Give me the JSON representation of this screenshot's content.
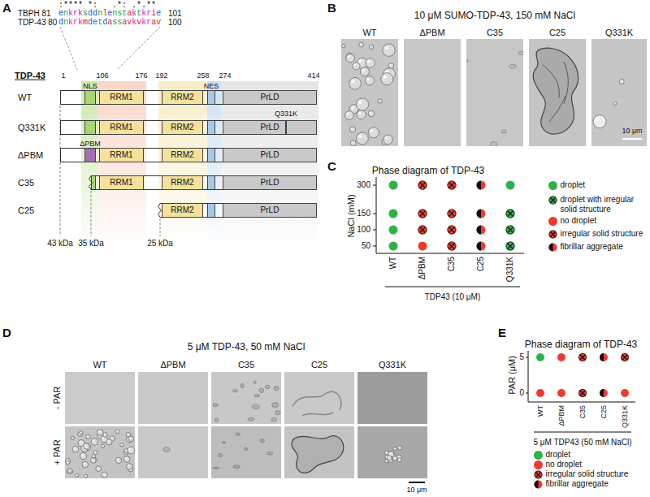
{
  "diagram": {
    "nodes": [
      {
        "text": [
          "WT"
        ]
      },
      {
        "text": [
          "NLS"
        ],
        "in": 0
      },
      {
        "text": [
          "RRM1"
        ],
        "in": 0
      },
      {
        "text": [
          "RRM2"
        ],
        "in": 0
      },
      {
        "text": [
          "NES"
        ],
        "in": 0
      },
      {
        "text": [
          "PrLD"
        ],
        "in": 0
      },
      {
        "text": [
          "Q331K"
        ]
      },
      {
        "text": [
          "RRM1"
        ],
        "in": 6
      },
      {
        "text": [
          "RRM2"
        ],
        "in": 6
      },
      {
        "text": [
          "PrLD"
        ],
        "in": 6
      },
      {
        "text": [
          "ΔPBM"
        ]
      },
      {
        "text": [
          "ΔPBM"
        ],
        "in": 10
      },
      {
        "text": [
          "RRM1"
        ],
        "in": 10
      },
      {
        "text": [
          "RRM2"
        ],
        "in": 10
      },
      {
        "text": [
          "PrLD"
        ],
        "in": 10
      },
      {
        "text": [
          "C35"
        ]
      },
      {
        "text": [
          "RRM1"
        ],
        "in": 15
      },
      {
        "text": [
          "RRM2"
        ],
        "in": 15
      },
      {
        "text": [
          "PrLD"
        ],
        "in": 15
      },
      {
        "text": [
          "C25"
        ]
      },
      {
        "text": [
          "RRM2"
        ],
        "in": 19
      },
      {
        "text": [
          "PrLD"
        ],
        "in": 19
      }
    ],
    "labels": [
      "A",
      ":**** *:   .*: .*.**",
      "TBPH 81",
      "enkrksddnlenstaktkrie",
      "101",
      "TDP-43 80",
      "dnkrkmdetdassavkvkrav",
      "100",
      "TDP-43",
      "1",
      "106",
      "176",
      "192",
      "258",
      "274",
      "414",
      "Q331K",
      "43 kDa",
      "35 kDa",
      "25 kDa",
      "B",
      "10 μM SUMO-TDP-43, 150 mM NaCl",
      "WT",
      "ΔPBM",
      "C35",
      "C25",
      "Q331K",
      "10 μm",
      "C",
      "Phase diagram of TDP-43",
      "NaCl (mM)",
      "300",
      "150",
      "100",
      "50",
      "WT",
      "ΔPBM",
      "C35",
      "C25",
      "Q331K",
      "TDP43 (10 μM)",
      "D",
      "5 μM TDP-43, 50 mM NaCl",
      "WT",
      "ΔPBM",
      "C35",
      "C25",
      "Q331K",
      "- PAR",
      "+ PAR",
      "10 μm",
      "E",
      "Phase diagram of TDP-43",
      "PAR (μM)",
      "5",
      "0",
      "WT",
      "ΔPBM",
      "C35",
      "C25",
      "Q331K",
      "5 μM TDP43 (50 mM NaCl)"
    ],
    "legend": [
      {
        "text": "droplet",
        "color": "#2db24a"
      },
      {
        "text": "droplet with irregular solid structure"
      },
      {
        "text": "no droplet",
        "color": "#f03a2e"
      },
      {
        "text": "irregular solid structure"
      },
      {
        "text": "fibrillar aggregate"
      },
      {
        "text": "droplet",
        "color": "#2db24a"
      },
      {
        "text": "no droplet",
        "color": "#f03a2e"
      },
      {
        "text": "irregular solid structure"
      },
      {
        "text": "fibrillar aggregate"
      }
    ]
  }
}
